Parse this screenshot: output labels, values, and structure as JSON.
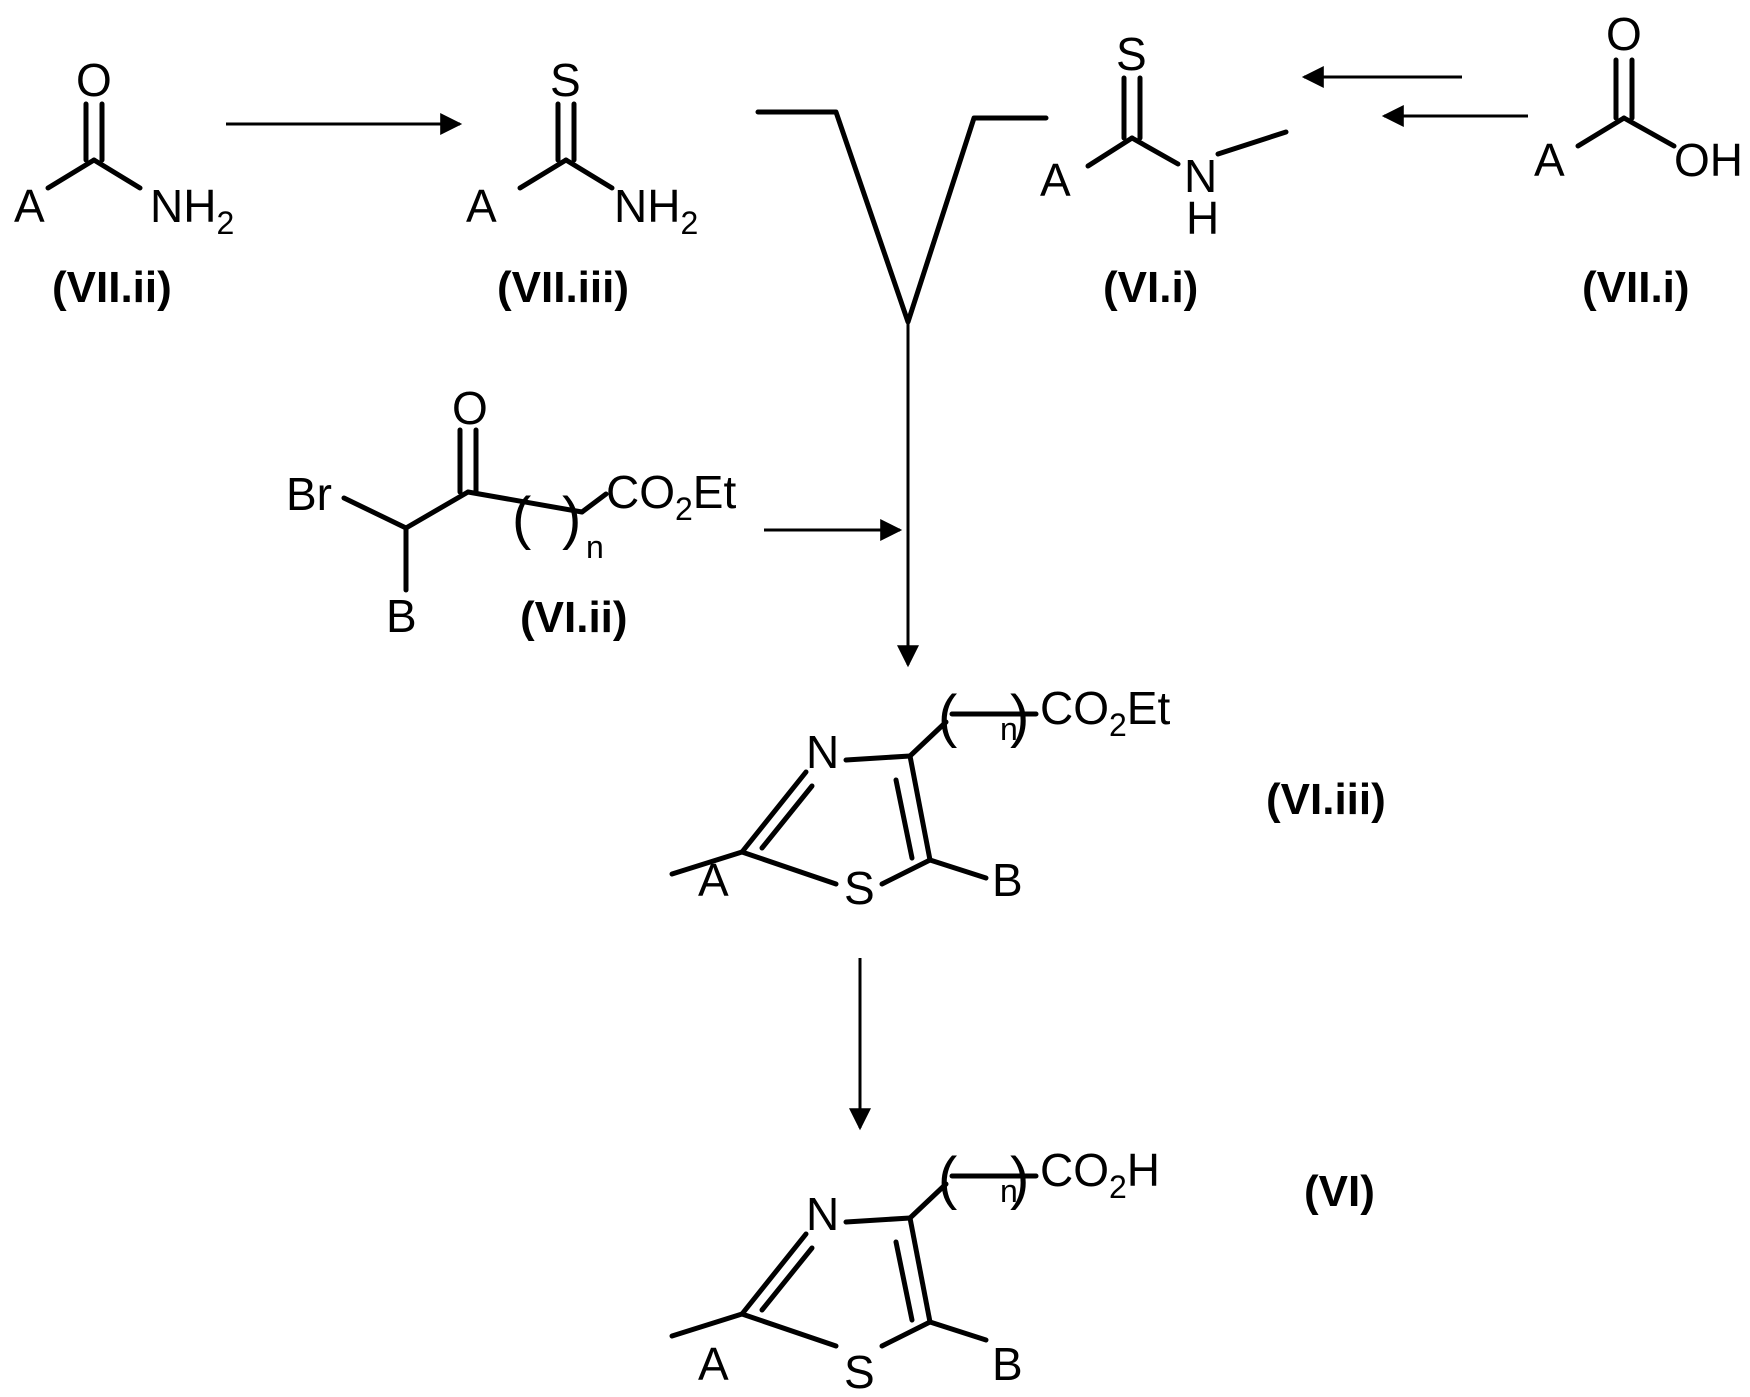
{
  "compounds": {
    "vii_ii": {
      "label": "(VII.ii)",
      "atoms": {
        "oxygen": "O",
        "r_group": "A",
        "amine": "NH",
        "amine_sub": "2"
      }
    },
    "vii_iii": {
      "label": "(VII.iii)",
      "atoms": {
        "sulfur": "S",
        "r_group": "A",
        "amine": "NH",
        "amine_sub": "2"
      }
    },
    "vi_i": {
      "label": "(VI.i)",
      "atoms": {
        "sulfur": "S",
        "r_group": "A",
        "nitrogen": "N",
        "hydrogen": "H"
      }
    },
    "vii_i": {
      "label": "(VII.i)",
      "atoms": {
        "oxygen": "O",
        "r_group": "A",
        "hydroxyl": "OH"
      }
    },
    "vi_ii": {
      "label": "(VI.ii)",
      "atoms": {
        "bromine": "Br",
        "oxygen": "O",
        "r_group": "B",
        "n_sub": "n",
        "ester_pre": "CO",
        "ester_sub": "2",
        "ester_post": "Et"
      }
    },
    "vi_iii": {
      "label": "(VI.iii)",
      "atoms": {
        "nitrogen": "N",
        "sulfur": "S",
        "r_group_a": "A",
        "r_group_b": "B",
        "n_sub": "n",
        "ester_pre": "CO",
        "ester_sub": "2",
        "ester_post": "Et"
      }
    },
    "vi": {
      "label": "(VI)",
      "atoms": {
        "nitrogen": "N",
        "sulfur": "S",
        "r_group_a": "A",
        "r_group_b": "B",
        "n_sub": "n",
        "acid_pre": "CO",
        "acid_sub": "2",
        "acid_post": "H"
      }
    }
  }
}
